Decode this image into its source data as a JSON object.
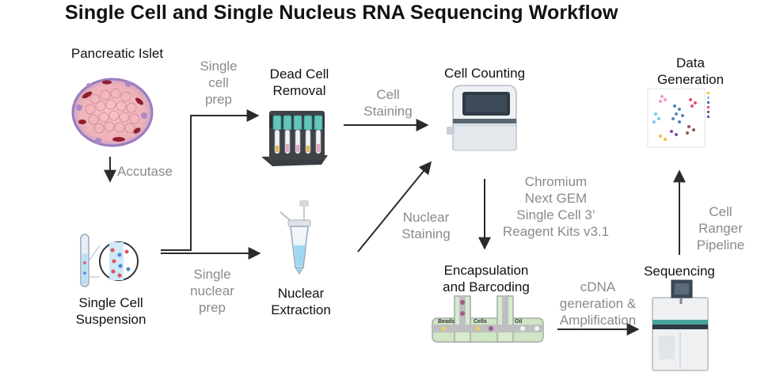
{
  "title": "Single Cell and Single Nucleus RNA Sequencing Workflow",
  "nodes": {
    "pancreatic_islet": "Pancreatic Islet",
    "single_cell_suspension": "Single Cell\nSuspension",
    "dead_cell_removal": "Dead Cell\nRemoval",
    "nuclear_extraction": "Nuclear\nExtraction",
    "cell_counting": "Cell Counting",
    "encapsulation": "Encapsulation\nand Barcoding",
    "sequencing": "Sequencing",
    "data_generation": "Data\nGeneration"
  },
  "steps": {
    "accutase": "Accutase",
    "single_cell_prep": "Single\ncell\nprep",
    "single_nuclear_prep": "Single\nnuclear\nprep",
    "cell_staining": "Cell\nStaining",
    "nuclear_staining": "Nuclear\nStaining",
    "chromium": "Chromium\nNext GEM\nSingle Cell 3’\nReagent Kits v3.1",
    "cdna": "cDNA\ngeneration &\nAmplification",
    "cell_ranger": "Cell\nRanger\nPipeline"
  },
  "chip_labels": {
    "beads": "Beads",
    "cells": "Cells",
    "oil": "Oil"
  },
  "colors": {
    "islet_pink": "#f2b9bf",
    "islet_purple": "#a88ac6",
    "islet_red": "#8e1f2c",
    "tube_glass": "#e7eef8",
    "tube_liquid": "#b7e0f5",
    "chip_green": "#cfe6c4",
    "chip_gray": "#a7a9ac",
    "arrow": "#2b2b2b"
  }
}
